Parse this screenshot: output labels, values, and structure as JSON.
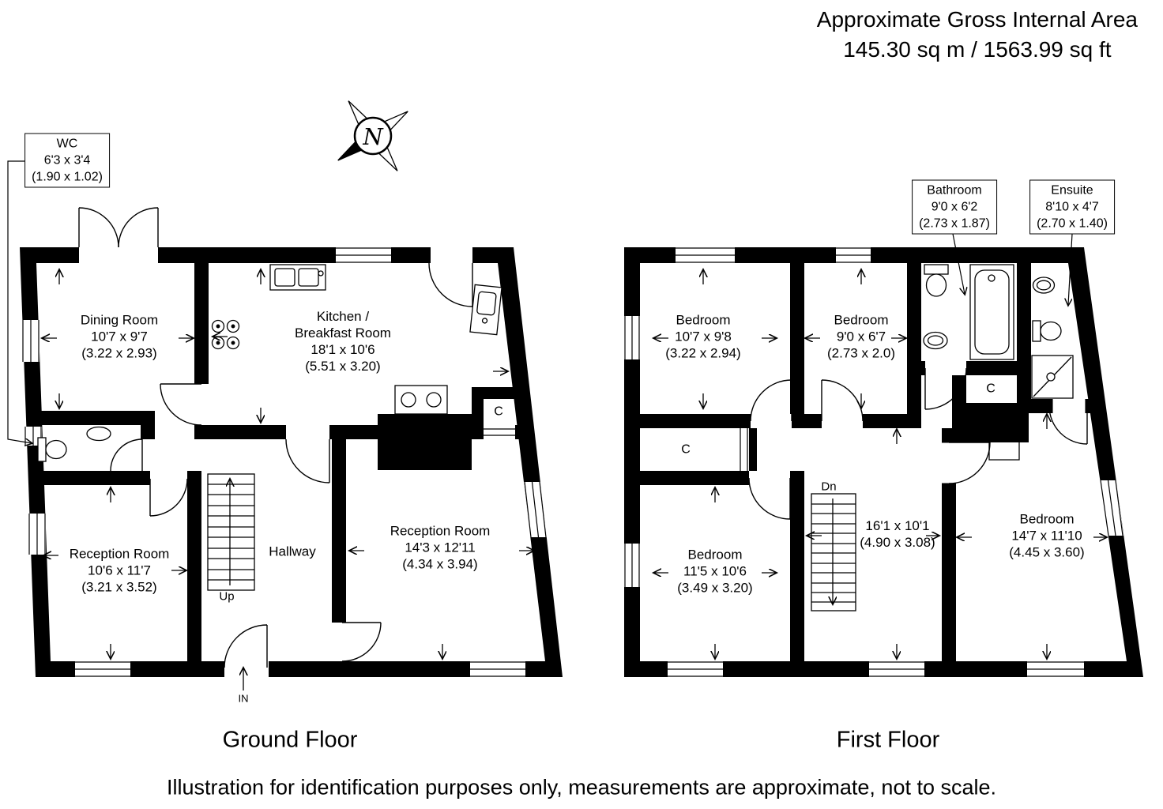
{
  "header": {
    "line1": "Approximate Gross Internal Area",
    "line2": "145.30 sq m / 1563.99 sq ft"
  },
  "compass": {
    "north": "N"
  },
  "ground_floor": {
    "title": "Ground Floor",
    "callouts": {
      "wc": {
        "lines": [
          "WC",
          "6'3 x 3'4",
          "(1.90 x 1.02)"
        ]
      }
    },
    "labels": {
      "dining": {
        "lines": [
          "Dining Room",
          "10'7 x 9'7",
          "(3.22 x 2.93)"
        ]
      },
      "kitchen": {
        "lines": [
          "Kitchen /",
          "Breakfast Room",
          "18'1 x 10'6",
          "(5.51 x 3.20)"
        ]
      },
      "reception_left": {
        "lines": [
          "Reception Room",
          "10'6 x 11'7",
          "(3.21 x 3.52)"
        ]
      },
      "reception_right": {
        "lines": [
          "Reception Room",
          "14'3 x 12'11",
          "(4.34 x 3.94)"
        ]
      },
      "hallway": {
        "lines": [
          "Hallway"
        ]
      },
      "closet": "C",
      "stairs_up": "Up",
      "entrance": "IN"
    }
  },
  "first_floor": {
    "title": "First Floor",
    "callouts": {
      "bathroom": {
        "lines": [
          "Bathroom",
          "9'0 x 6'2",
          "(2.73 x 1.87)"
        ]
      },
      "ensuite": {
        "lines": [
          "Ensuite",
          "8'10 x 4'7",
          "(2.70 x 1.40)"
        ]
      }
    },
    "labels": {
      "bedroom_tl": {
        "lines": [
          "Bedroom",
          "10'7 x 9'8",
          "(3.22 x 2.94)"
        ]
      },
      "bedroom_tm": {
        "lines": [
          "Bedroom",
          "9'0 x 6'7",
          "(2.73 x 2.0)"
        ]
      },
      "bedroom_bl": {
        "lines": [
          "Bedroom",
          "11'5 x 10'6",
          "(3.49 x 3.20)"
        ]
      },
      "bedroom_r": {
        "lines": [
          "Bedroom",
          "14'7 x 11'10",
          "(4.45 x 3.60)"
        ]
      },
      "landing": {
        "lines": [
          "16'1 x 10'1",
          "(4.90 x 3.08)"
        ]
      },
      "closet_left": "C",
      "closet_bath": "C",
      "stairs_down": "Dn"
    }
  },
  "footer": "Illustration for identification purposes only, measurements are approximate, not to scale."
}
